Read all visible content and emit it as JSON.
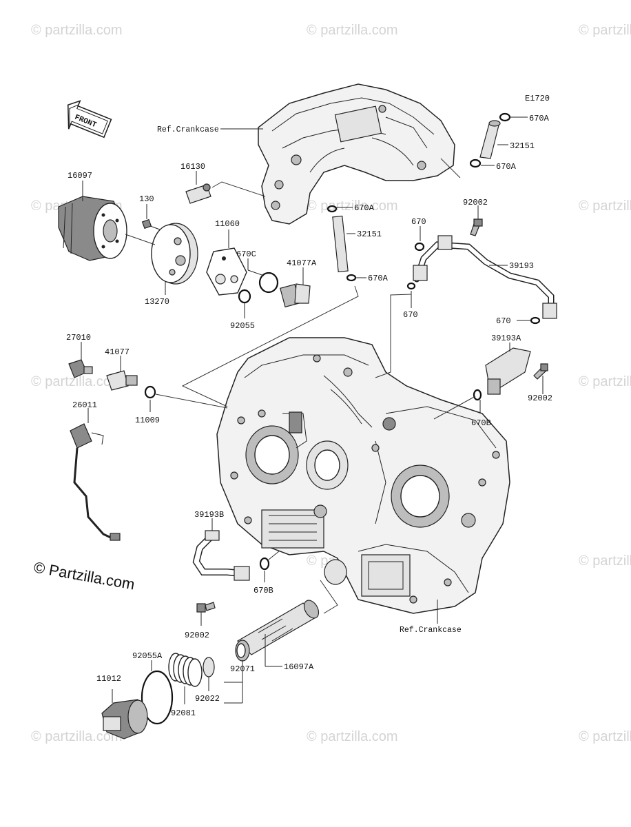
{
  "diagram": {
    "code": "E1720",
    "front_label": "FRONT",
    "ref_crankcase_top": "Ref.Crankcase",
    "ref_crankcase_bottom": "Ref.Crankcase",
    "watermark": "© partzilla.com",
    "logo": "© Partzilla.com",
    "parts": [
      {
        "id": "16097",
        "text": "16097"
      },
      {
        "id": "130",
        "text": "130"
      },
      {
        "id": "13270",
        "text": "13270"
      },
      {
        "id": "16130",
        "text": "16130"
      },
      {
        "id": "11060",
        "text": "11060"
      },
      {
        "id": "670C",
        "text": "670C"
      },
      {
        "id": "41077A",
        "text": "41077A"
      },
      {
        "id": "92055",
        "text": "92055"
      },
      {
        "id": "670A-1",
        "text": "670A"
      },
      {
        "id": "32151-1",
        "text": "32151"
      },
      {
        "id": "670A-2",
        "text": "670A"
      },
      {
        "id": "670A-3",
        "text": "670A"
      },
      {
        "id": "32151-2",
        "text": "32151"
      },
      {
        "id": "670A-4",
        "text": "670A"
      },
      {
        "id": "92002-1",
        "text": "92002"
      },
      {
        "id": "670-1",
        "text": "670"
      },
      {
        "id": "39193",
        "text": "39193"
      },
      {
        "id": "670-2",
        "text": "670"
      },
      {
        "id": "670-3",
        "text": "670"
      },
      {
        "id": "39193A",
        "text": "39193A"
      },
      {
        "id": "92002-2",
        "text": "92002"
      },
      {
        "id": "670B-1",
        "text": "670B"
      },
      {
        "id": "27010",
        "text": "27010"
      },
      {
        "id": "41077",
        "text": "41077"
      },
      {
        "id": "11009",
        "text": "11009"
      },
      {
        "id": "26011",
        "text": "26011"
      },
      {
        "id": "39193B",
        "text": "39193B"
      },
      {
        "id": "670B-2",
        "text": "670B"
      },
      {
        "id": "92002-3",
        "text": "92002"
      },
      {
        "id": "92055A",
        "text": "92055A"
      },
      {
        "id": "11012",
        "text": "11012"
      },
      {
        "id": "92081",
        "text": "92081"
      },
      {
        "id": "92022",
        "text": "92022"
      },
      {
        "id": "92071",
        "text": "92071"
      },
      {
        "id": "16097A",
        "text": "16097A"
      }
    ]
  }
}
